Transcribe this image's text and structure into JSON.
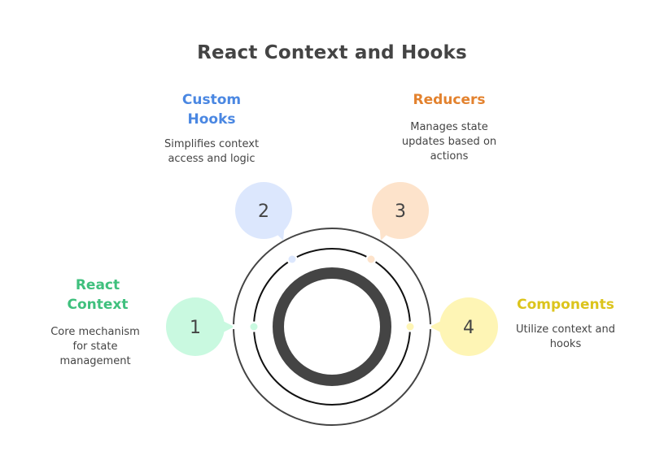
{
  "title": "React Context and Hooks",
  "colors": {
    "title": "#444444",
    "ring": "#444444"
  },
  "steps": [
    {
      "number": "1",
      "heading_lines": [
        "React",
        "Context"
      ],
      "description_lines": [
        "Core mechanism",
        "for state",
        "management"
      ],
      "heading_color": "#3FC07D",
      "bubble_color": "#C9F9E0"
    },
    {
      "number": "2",
      "heading_lines": [
        "Custom",
        "Hooks"
      ],
      "description_lines": [
        "Simplifies context",
        "access and logic"
      ],
      "heading_color": "#4A87E2",
      "bubble_color": "#DCE7FD"
    },
    {
      "number": "3",
      "heading_lines": [
        "Reducers"
      ],
      "description_lines": [
        "Manages state",
        "updates based on",
        "actions"
      ],
      "heading_color": "#E3822E",
      "bubble_color": "#FDE3CB"
    },
    {
      "number": "4",
      "heading_lines": [
        "Components"
      ],
      "description_lines": [
        "Utilize context and",
        "hooks"
      ],
      "heading_color": "#DCC41C",
      "bubble_color": "#FEF5B5"
    }
  ]
}
